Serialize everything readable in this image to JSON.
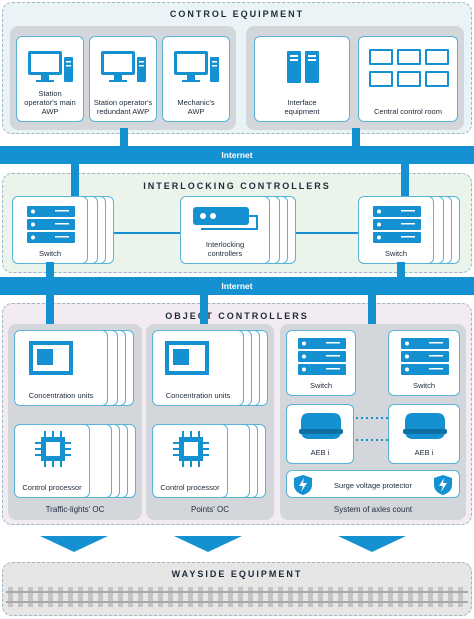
{
  "sections": {
    "control": "CONTROL EQUIPMENT",
    "interlocking": "INTERLOCKING CONTROLLERS",
    "object": "OBJECT CONTROLLERS",
    "wayside": "WAYSIDE EQUIPMENT"
  },
  "internet_label": "Internet",
  "control_equipment": {
    "awp1": "Station operator's main AWP",
    "awp2": "Station operator's redundant AWP",
    "awp3": "Mechanic's AWP",
    "interface": "Interface equipment",
    "ccr": "Central control room"
  },
  "interlocking": {
    "switch_left": "Switch",
    "controllers": "Interlocking controllers",
    "switch_right": "Switch"
  },
  "object_controllers": {
    "traffic": {
      "concentration": "Concentration units",
      "processor": "Control processor",
      "caption": "Traffic-lights' OC"
    },
    "points": {
      "concentration": "Concentration units",
      "processor": "Control processor",
      "caption": "Points' OC"
    },
    "axles": {
      "switch_left": "Switch",
      "switch_right": "Switch",
      "aeb_left": "AEB i",
      "aeb_right": "AEB i",
      "surge": "Surge voltage protector",
      "caption": "System of axles count"
    }
  },
  "colors": {
    "accent": "#1591d1",
    "card_border": "#5ab4d8",
    "group_bg": "#d3d7dc",
    "control_bg": "#eaf4f7",
    "interlocking_bg": "#eaf4ea",
    "object_bg": "#f3ebf2",
    "wayside_bg": "#e6e6e6"
  }
}
